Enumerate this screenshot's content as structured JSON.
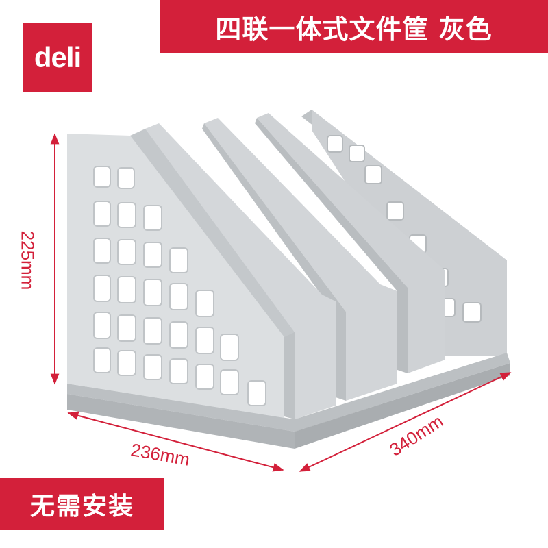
{
  "brand": {
    "logo_text": "deli",
    "color": "#d3203a"
  },
  "title": "四联一体式文件筐 灰色",
  "badge": "无需安装",
  "dimensions": {
    "height": "225mm",
    "width": "236mm",
    "depth": "340mm"
  },
  "product": {
    "color": "#c9cccf",
    "compartments": 4
  }
}
